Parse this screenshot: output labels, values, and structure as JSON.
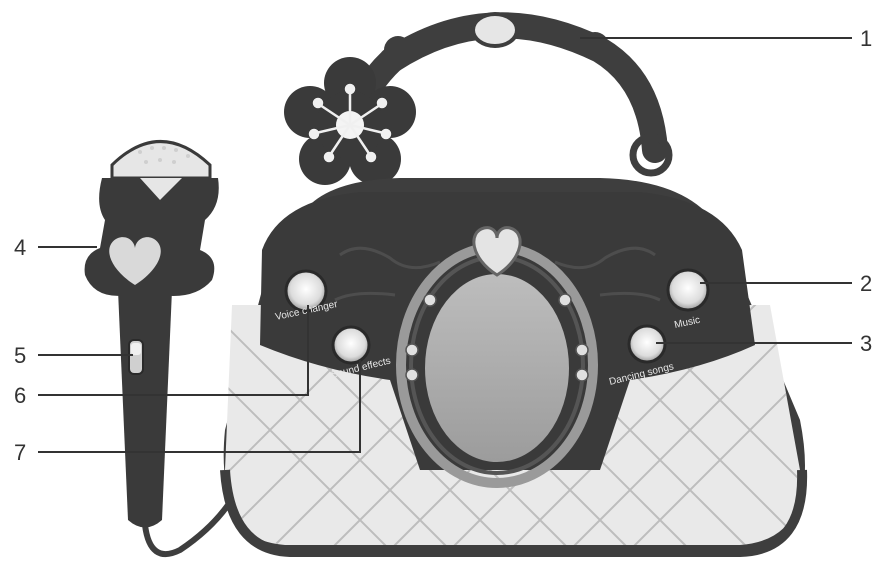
{
  "callouts": [
    {
      "id": "1",
      "label": "1"
    },
    {
      "id": "2",
      "label": "2"
    },
    {
      "id": "3",
      "label": "3"
    },
    {
      "id": "4",
      "label": "4"
    },
    {
      "id": "5",
      "label": "5"
    },
    {
      "id": "6",
      "label": "6"
    },
    {
      "id": "7",
      "label": "7"
    }
  ],
  "buttons": {
    "voice_changer": "Voice changer",
    "sound_effects": "Sound effects",
    "music": "Music",
    "dancing_songs": "Dancing songs"
  },
  "colors": {
    "body": "#3e3e3e",
    "body_dark": "#2f2f2f",
    "quilt": "#e9e9e9",
    "quilt_line": "#bdbdbd",
    "mirror": "#a9a9a9",
    "button_glow": "#f4f4f4",
    "line": "#333333"
  }
}
